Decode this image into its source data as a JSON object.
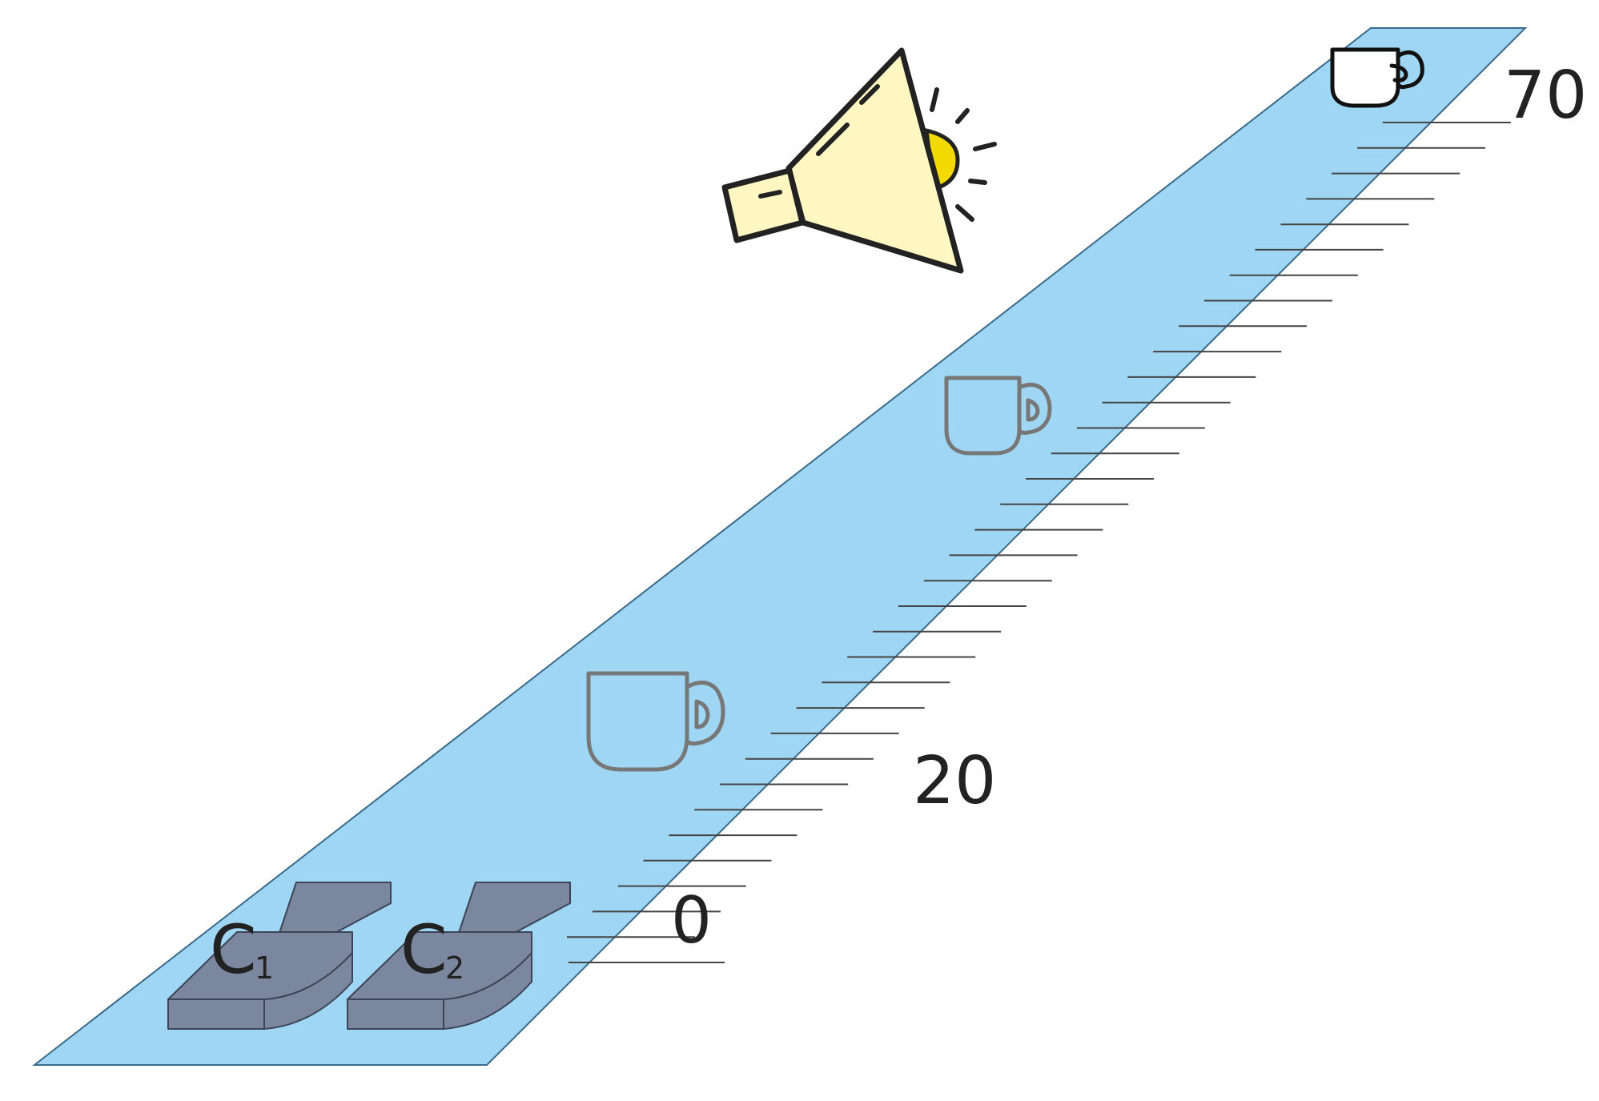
{
  "diagram": {
    "colors": {
      "track": "#9fd6f3",
      "track_stroke": "#3a6a8a",
      "cart": "#7b879f",
      "cart_stroke": "#3c4456",
      "horn": "#fff7c2",
      "horn_bulb": "#f2d900",
      "cup_near": "#777777",
      "cup_far": "#ffffff"
    },
    "scale_labels": {
      "zero": "0",
      "twenty": "20",
      "seventy": "70"
    },
    "carts": [
      {
        "letter": "C",
        "sub": "1"
      },
      {
        "letter": "C",
        "sub": "2"
      }
    ],
    "icons": [
      "horn-icon",
      "cup-icon",
      "cup-icon",
      "cup-icon",
      "cart-icon",
      "cart-icon"
    ]
  }
}
